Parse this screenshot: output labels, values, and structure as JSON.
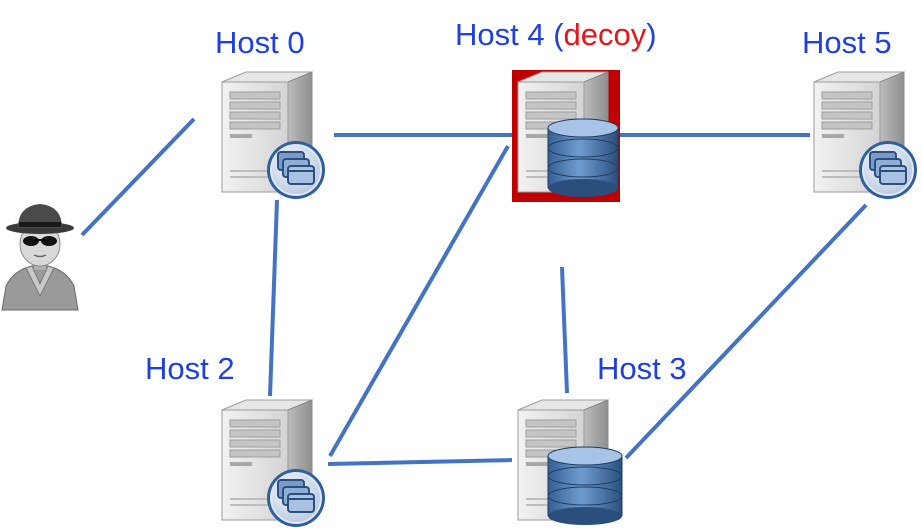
{
  "diagram": {
    "attacker": {
      "icon": "attacker-spy-icon"
    },
    "hosts": [
      {
        "id": "host0",
        "label": "Host 0",
        "icon": "file-server-icon"
      },
      {
        "id": "host2",
        "label": "Host 2",
        "icon": "file-server-icon"
      },
      {
        "id": "host3",
        "label": "Host 3",
        "icon": "database-server-icon"
      },
      {
        "id": "host4",
        "label": "Host 4 (",
        "decoy_text": "decoy",
        "suffix": ")",
        "icon": "database-server-icon",
        "decoy": true
      },
      {
        "id": "host5",
        "label": "Host 5",
        "icon": "file-server-icon"
      }
    ],
    "connections": [
      [
        "attacker",
        "host0"
      ],
      [
        "host0",
        "host4"
      ],
      [
        "host0",
        "host2"
      ],
      [
        "host4",
        "host5"
      ],
      [
        "host4",
        "host2"
      ],
      [
        "host2",
        "host3"
      ],
      [
        "host4",
        "host3"
      ],
      [
        "host5",
        "host3"
      ]
    ],
    "colors": {
      "link": "#4472c4",
      "label": "#1f3fe0",
      "decoy_text": "#e8141b",
      "decoy_background": "#c00000"
    }
  }
}
